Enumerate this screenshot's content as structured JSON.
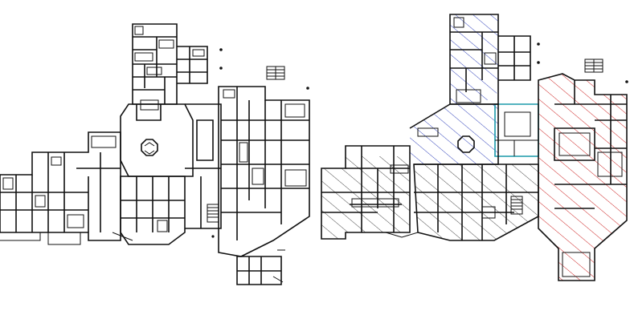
{
  "drawing": {
    "plans": [
      {
        "id": "plan-existing",
        "style": "plain"
      },
      {
        "id": "plan-phased",
        "style": "hatched",
        "zones": [
          {
            "id": "zone-red",
            "hatch_color": "#cc2222"
          },
          {
            "id": "zone-blue",
            "hatch_color": "#3344bb"
          },
          {
            "id": "zone-gray",
            "hatch_color": "#333333"
          },
          {
            "id": "zone-cyan",
            "outline_color": "#1a9aaa"
          }
        ]
      }
    ],
    "colors": {
      "background": "#ffffff",
      "linework": "#111111",
      "hatch_red": "#cc2222",
      "hatch_blue": "#3344bb",
      "hatch_gray": "#333333",
      "outline_cyan": "#1a9aaa"
    },
    "icons": [
      "stair-icon",
      "north-marker-icon",
      "atrium-octagon-icon"
    ]
  }
}
